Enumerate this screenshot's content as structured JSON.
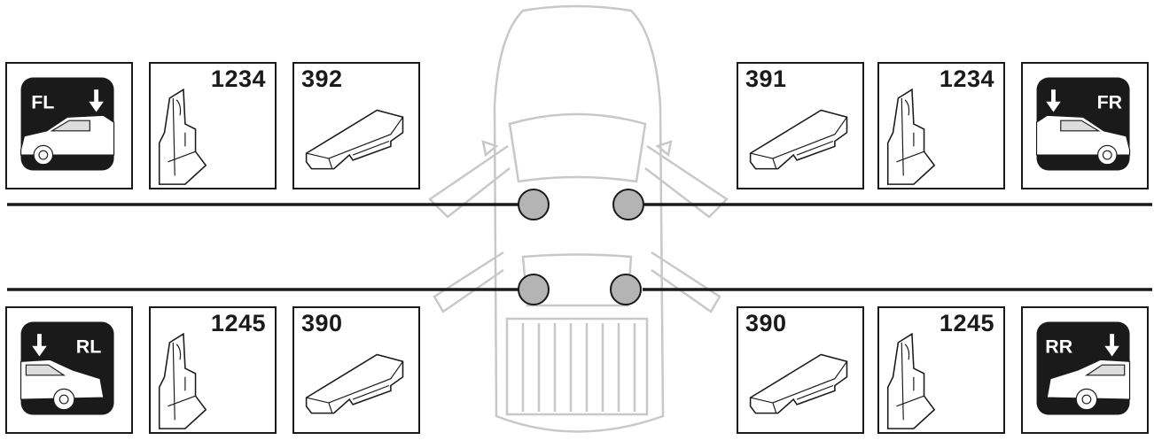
{
  "positions": {
    "fl": {
      "label": "FL",
      "seal": "1234",
      "pad": "392"
    },
    "fr": {
      "label": "FR",
      "seal": "1234",
      "pad": "391"
    },
    "rl": {
      "label": "RL",
      "seal": "1245",
      "pad": "390"
    },
    "rr": {
      "label": "RR",
      "seal": "1245",
      "pad": "390"
    }
  },
  "colors": {
    "line": "#1a1a1a",
    "vehicle_outline": "#c8c8c8",
    "marker_fill": "#b4b4b4",
    "icon_bg": "#1a1a1a"
  }
}
